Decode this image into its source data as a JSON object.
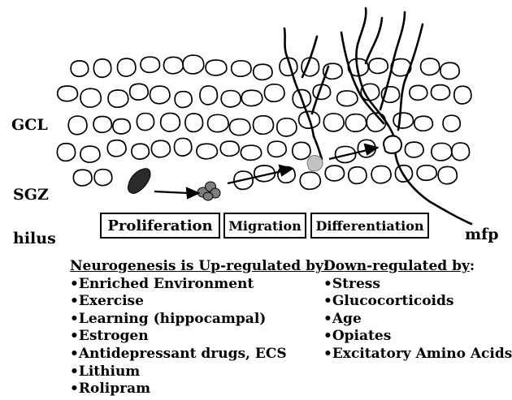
{
  "labels": {
    "gcl": "GCL",
    "sgz": "SGZ",
    "hilus": "hilus",
    "mfp": "mfp"
  },
  "stages": [
    {
      "label": "Proliferation"
    },
    {
      "label": "Migration"
    },
    {
      "label": "Differentiation"
    }
  ],
  "up_regulated": {
    "heading": "Neurogenesis is Up-regulated by:",
    "items": [
      "•Enriched Environment",
      "•Exercise",
      "•Learning (hippocampal)",
      "•Estrogen",
      "•Antidepressant drugs, ECS",
      "•Lithium",
      "•Rolipram"
    ]
  },
  "down_regulated": {
    "heading": "Down-regulated by",
    "heading_suffix": ":",
    "items": [
      "•Stress",
      "•Glucocorticoids",
      "•Age",
      "•Opiates",
      "•Excitatory Amino Acids"
    ]
  },
  "colors": {
    "ink": "#000000",
    "progenitor_cell": "#2a2a2a",
    "migrating_cell": "#7d7d7d",
    "differentiating_cell": "#c2c2c2"
  }
}
